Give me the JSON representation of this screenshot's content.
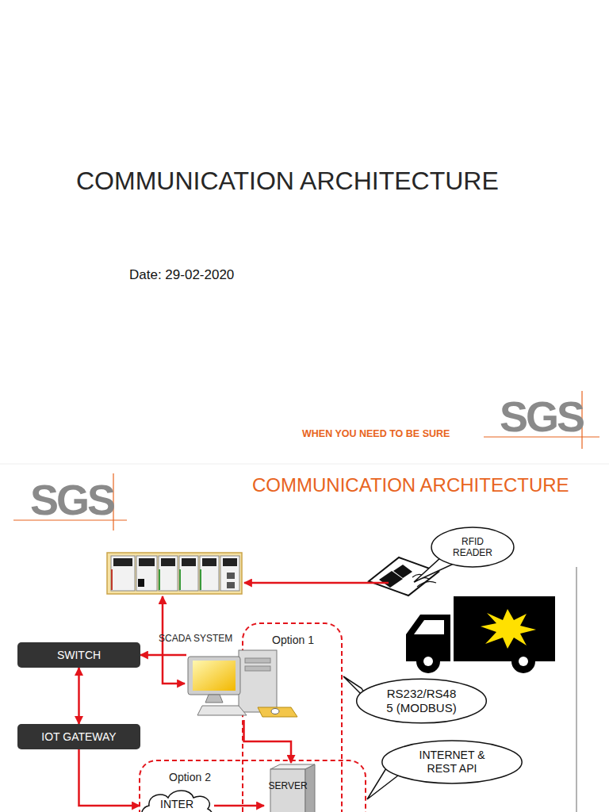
{
  "diagram": {
    "title": "COMMUNICATION ARCHITECTURE",
    "nodes": [
      {
        "text": [
          "RFID READER"
        ]
      },
      {
        "text": [
          "SCADA SYSTEM"
        ]
      },
      {
        "text": [
          "Option 1"
        ]
      },
      {
        "text": [
          "SWITCH"
        ]
      },
      {
        "text": [
          "RS232/RS48 5 (MODBUS)"
        ]
      },
      {
        "text": [
          "IOT GATEWAY"
        ]
      },
      {
        "text": [
          "INTERNET & REST API"
        ]
      },
      {
        "text": [
          "Option 2"
        ]
      },
      {
        "text": [
          "SERVER"
        ]
      },
      {
        "text": [
          "INTER"
        ]
      }
    ],
    "edges": [
      {
        "from": 1,
        "to": 3,
        "arrow": "to"
      },
      {
        "from": 3,
        "to": 5,
        "arrow": "both"
      },
      {
        "from": 5,
        "to": 9,
        "arrow": "to"
      },
      {
        "from": 9,
        "to": 8,
        "arrow": "to"
      },
      {
        "from": 1,
        "to": 8,
        "arrow": "to"
      }
    ],
    "labels": [
      "Date: 29-02-2020",
      "WHEN YOU NEED TO BE SURE",
      "SGS",
      "SGS",
      "COMMUNICATION ARCHITECTURE"
    ]
  }
}
